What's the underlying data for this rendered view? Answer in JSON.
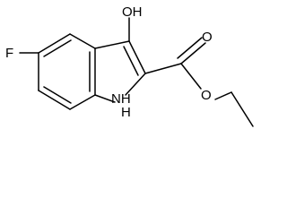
{
  "molecule": {
    "substituents": {
      "fluorine": "F",
      "hydroxyl": "OH",
      "nh": "NH",
      "nh_h": "H",
      "carbonyl_oxygen": "O",
      "ester_oxygen": "O"
    }
  },
  "colors": {
    "bond": "#000000",
    "label": "#000000",
    "background": "#ffffff"
  }
}
